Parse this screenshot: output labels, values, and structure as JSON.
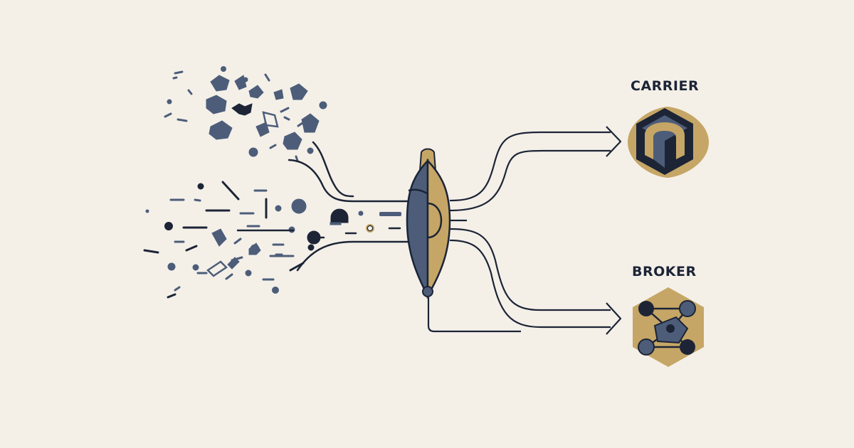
{
  "palette": {
    "background": "#f4f0e8",
    "navy": "#1c2436",
    "slate": "#4d5d79",
    "gold": "#c6a666",
    "line": "#1c2436"
  },
  "diagram": {
    "inputs": {
      "upper_cluster": "scattered-irregular-fragments",
      "lower_cluster": "scattered-dots-and-dashes"
    },
    "filter": {
      "icon": "lens-filter-icon"
    },
    "outputs": [
      {
        "label": "CARRIER",
        "icon": "carrier-hexagon-icon"
      },
      {
        "label": "BROKER",
        "icon": "broker-network-icon"
      }
    ]
  }
}
